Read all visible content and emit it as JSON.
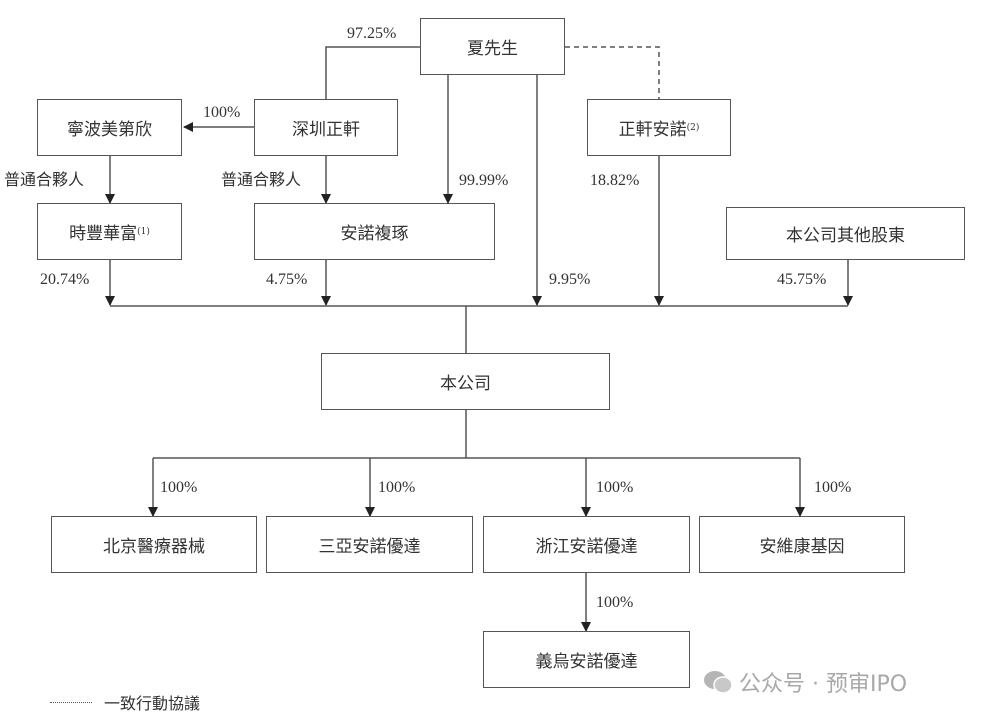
{
  "entities": {
    "xia": "夏先生",
    "ningbo": "寧波美第欣",
    "shenzhen": "深圳正軒",
    "zhengxuan_anuo": "正軒安諾",
    "zhengxuan_anuo_note": "(2)",
    "shifeng": "時豐華富",
    "shifeng_note": "(1)",
    "anuo_fuzhuo": "安諾複琢",
    "other_shareholders": "本公司其他股東",
    "company": "本公司",
    "beijing": "北京醫療器械",
    "sanya": "三亞安諾優達",
    "zhejiang": "浙江安諾優達",
    "anweikang": "安維康基因",
    "yiwu": "義烏安諾優達"
  },
  "edges": {
    "xia_shenzhen": "97.25%",
    "shenzhen_ningbo": "100%",
    "ningbo_shifeng": "普通合夥人",
    "shenzhen_anuo": "普通合夥人",
    "xia_anuo": "99.99%",
    "zhengxuan_company": "18.82%",
    "shifeng_company": "20.74%",
    "anuo_company": "4.75%",
    "xia_company": "9.95%",
    "other_company": "45.75%",
    "company_beijing": "100%",
    "company_sanya": "100%",
    "company_zhejiang": "100%",
    "company_anweikang": "100%",
    "zhejiang_yiwu": "100%"
  },
  "legend": {
    "dashed": "一致行動協議"
  },
  "watermark": "公众号 · 预审IPO"
}
